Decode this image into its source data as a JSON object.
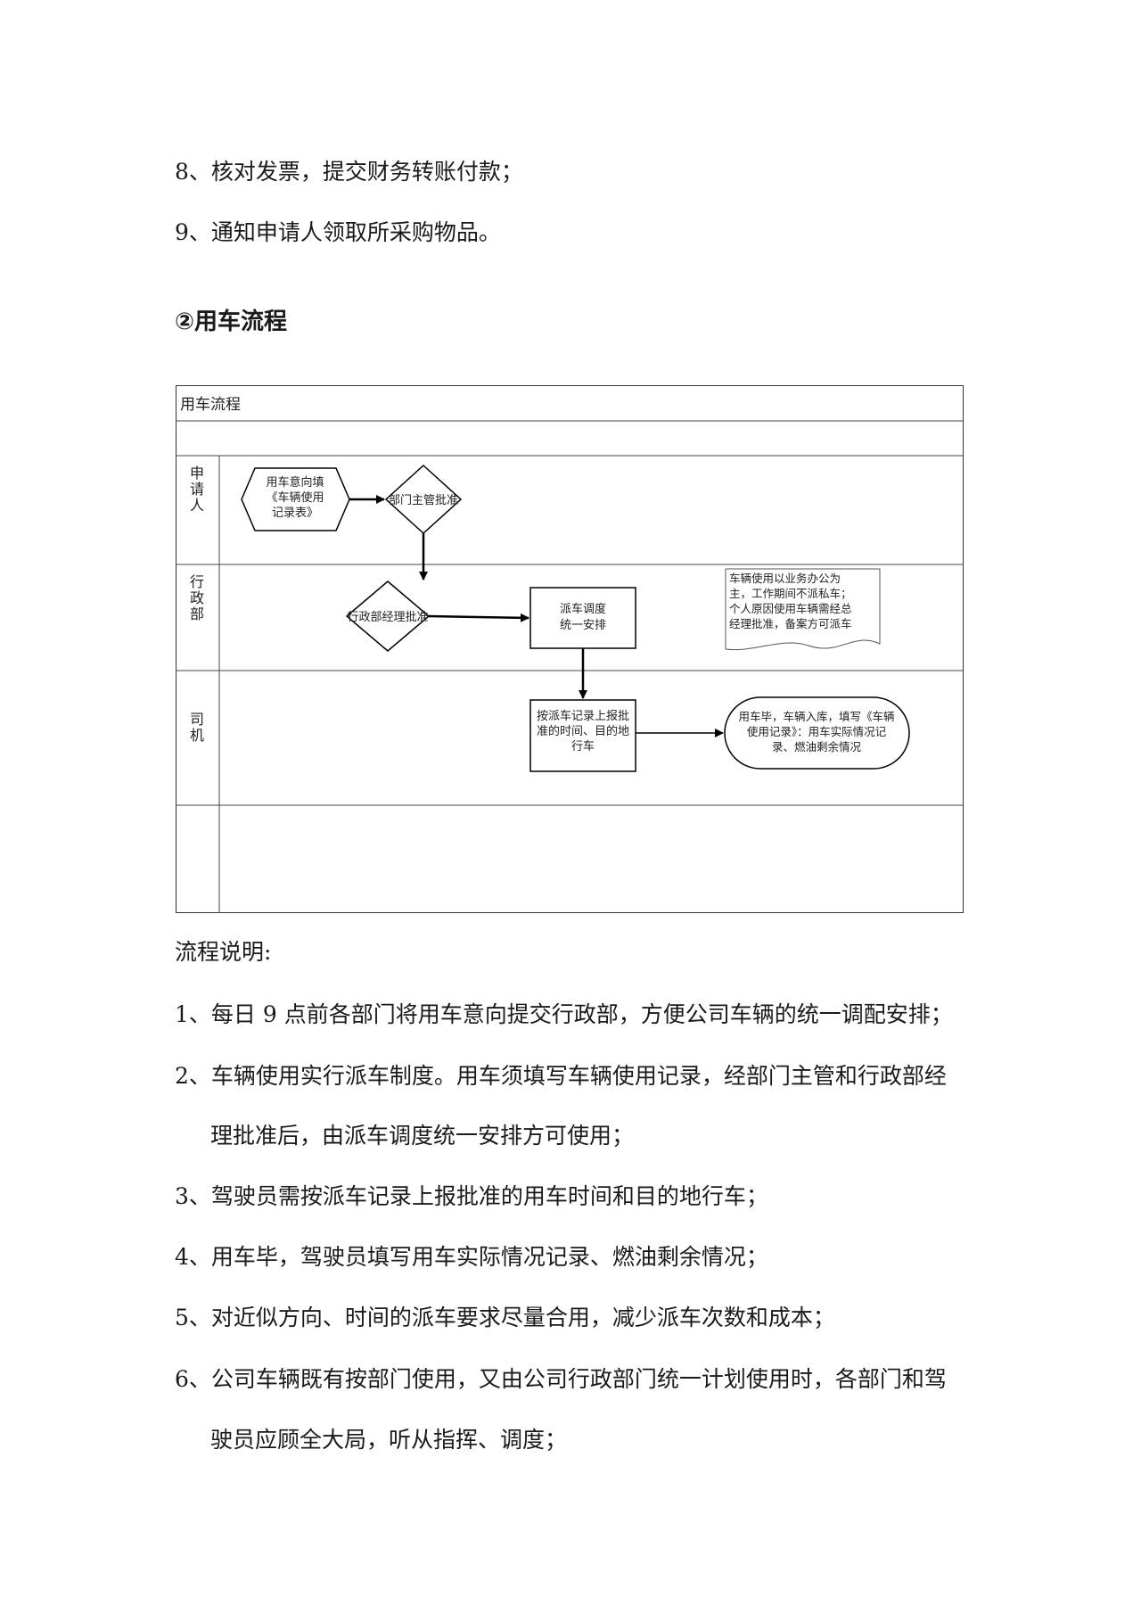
{
  "top_items": [
    "8、核对发票，提交财务转账付款；",
    "9、通知申请人领取所采购物品。"
  ],
  "section_title": "②用车流程",
  "flowchart": {
    "title": "用车流程",
    "lanes": [
      "申请人",
      "行政部",
      "司机"
    ],
    "nodes": {
      "apply": [
        "用车意向填",
        "《车辆使用",
        "记录表》"
      ],
      "dept_approve": "部门主管批准",
      "admin_approve": "行政部经理批准",
      "dispatch": [
        "派车调度",
        "统一安排"
      ],
      "drive": [
        "按派车记录上报批",
        "准的时间、目的地",
        "行车"
      ],
      "finish": [
        "用车毕，车辆入库，填写《车辆",
        "使用记录》：用车实际情况记",
        "录、燃油剩余情况"
      ],
      "note": [
        "车辆使用以业务办公为",
        "主，工作期间不派私车；",
        "个人原因使用车辆需经总",
        "经理批准，备案方可派车"
      ]
    }
  },
  "description_title": "流程说明:",
  "items": [
    "1、每日 9 点前各部门将用车意向提交行政部，方便公司车辆的统一调配安排；",
    "2、车辆使用实行派车制度。用车须填写车辆使用记录，经部门主管和行政部经",
    "理批准后，由派车调度统一安排方可使用；",
    "3、驾驶员需按派车记录上报批准的用车时间和目的地行车；",
    "4、用车毕，驾驶员填写用车实际情况记录、燃油剩余情况；",
    "5、对近似方向、时间的派车要求尽量合用，减少派车次数和成本；",
    "6、公司车辆既有按部门使用，又由公司行政部门统一计划使用时，各部门和驾",
    "驶员应顾全大局，听从指挥、调度；"
  ]
}
